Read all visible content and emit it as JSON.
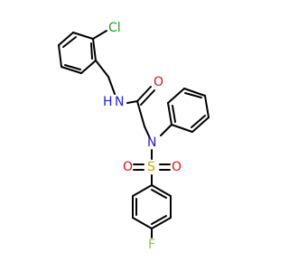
{
  "molecule": {
    "atoms": {
      "chlorine": {
        "symbol": "Cl",
        "color": "#1fa01f"
      },
      "amide_nh": {
        "symbol": "N",
        "h_label": "H",
        "color": "#1f1fd0"
      },
      "carbonyl_o": {
        "symbol": "O",
        "color": "#e01010"
      },
      "sulfonamide_n": {
        "symbol": "N",
        "color": "#1f1fd0"
      },
      "sulfur": {
        "symbol": "S",
        "color": "#c8a800"
      },
      "sulfonyl_o_left": {
        "symbol": "O",
        "color": "#e01010"
      },
      "sulfonyl_o_right": {
        "symbol": "O",
        "color": "#e01010"
      },
      "fluorine": {
        "symbol": "F",
        "color": "#7fcf3f"
      }
    },
    "bond_color": "#000000"
  }
}
